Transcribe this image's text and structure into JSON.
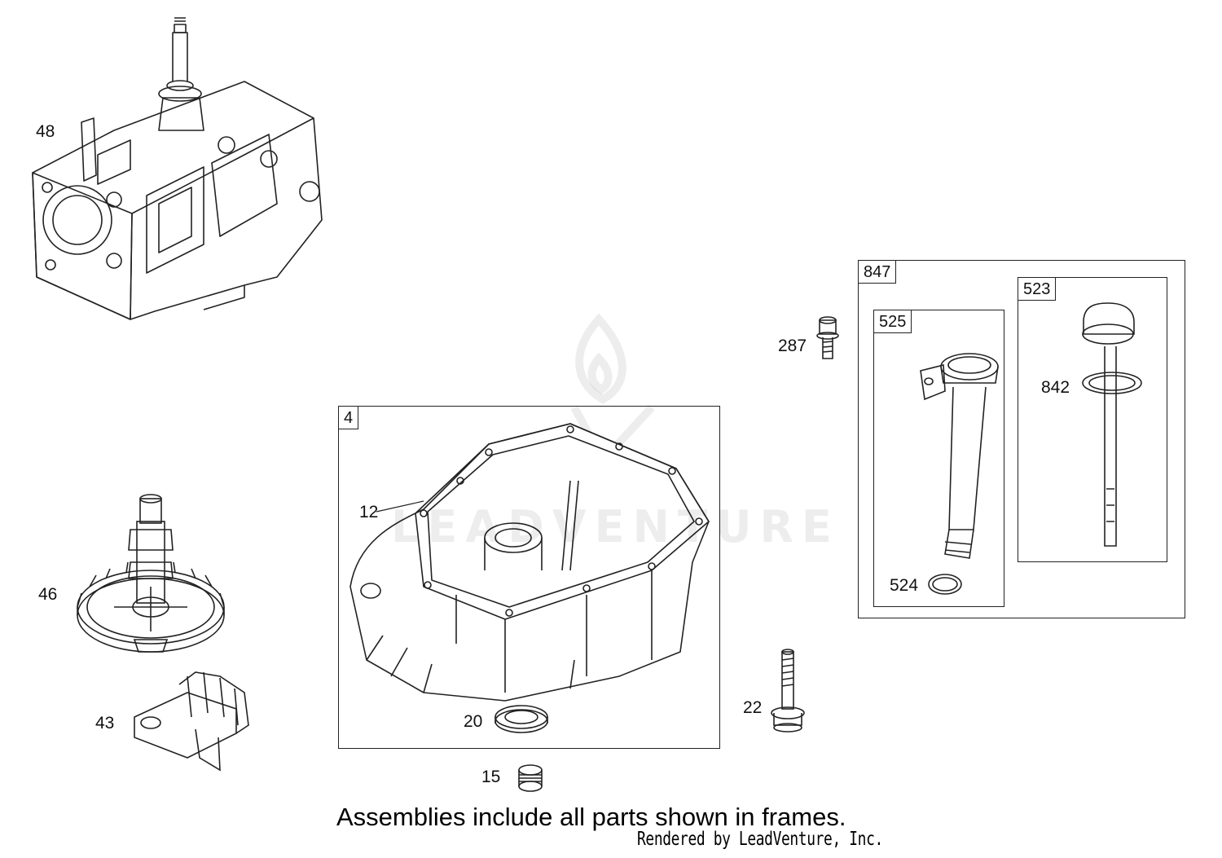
{
  "parts": {
    "p48": "48",
    "p46": "46",
    "p43": "43",
    "p12": "12",
    "p20": "20",
    "p15": "15",
    "p22": "22",
    "p287": "287",
    "p842": "842",
    "p524": "524"
  },
  "frames": {
    "f4": "4",
    "f847": "847",
    "f525": "525",
    "f523": "523"
  },
  "watermark": "LEADVENTURE",
  "footer": {
    "note": "Assemblies include all parts shown in frames.",
    "credit": "Rendered by LeadVenture, Inc."
  },
  "icons": {
    "watermark_logo": "flame-logo-icon"
  }
}
